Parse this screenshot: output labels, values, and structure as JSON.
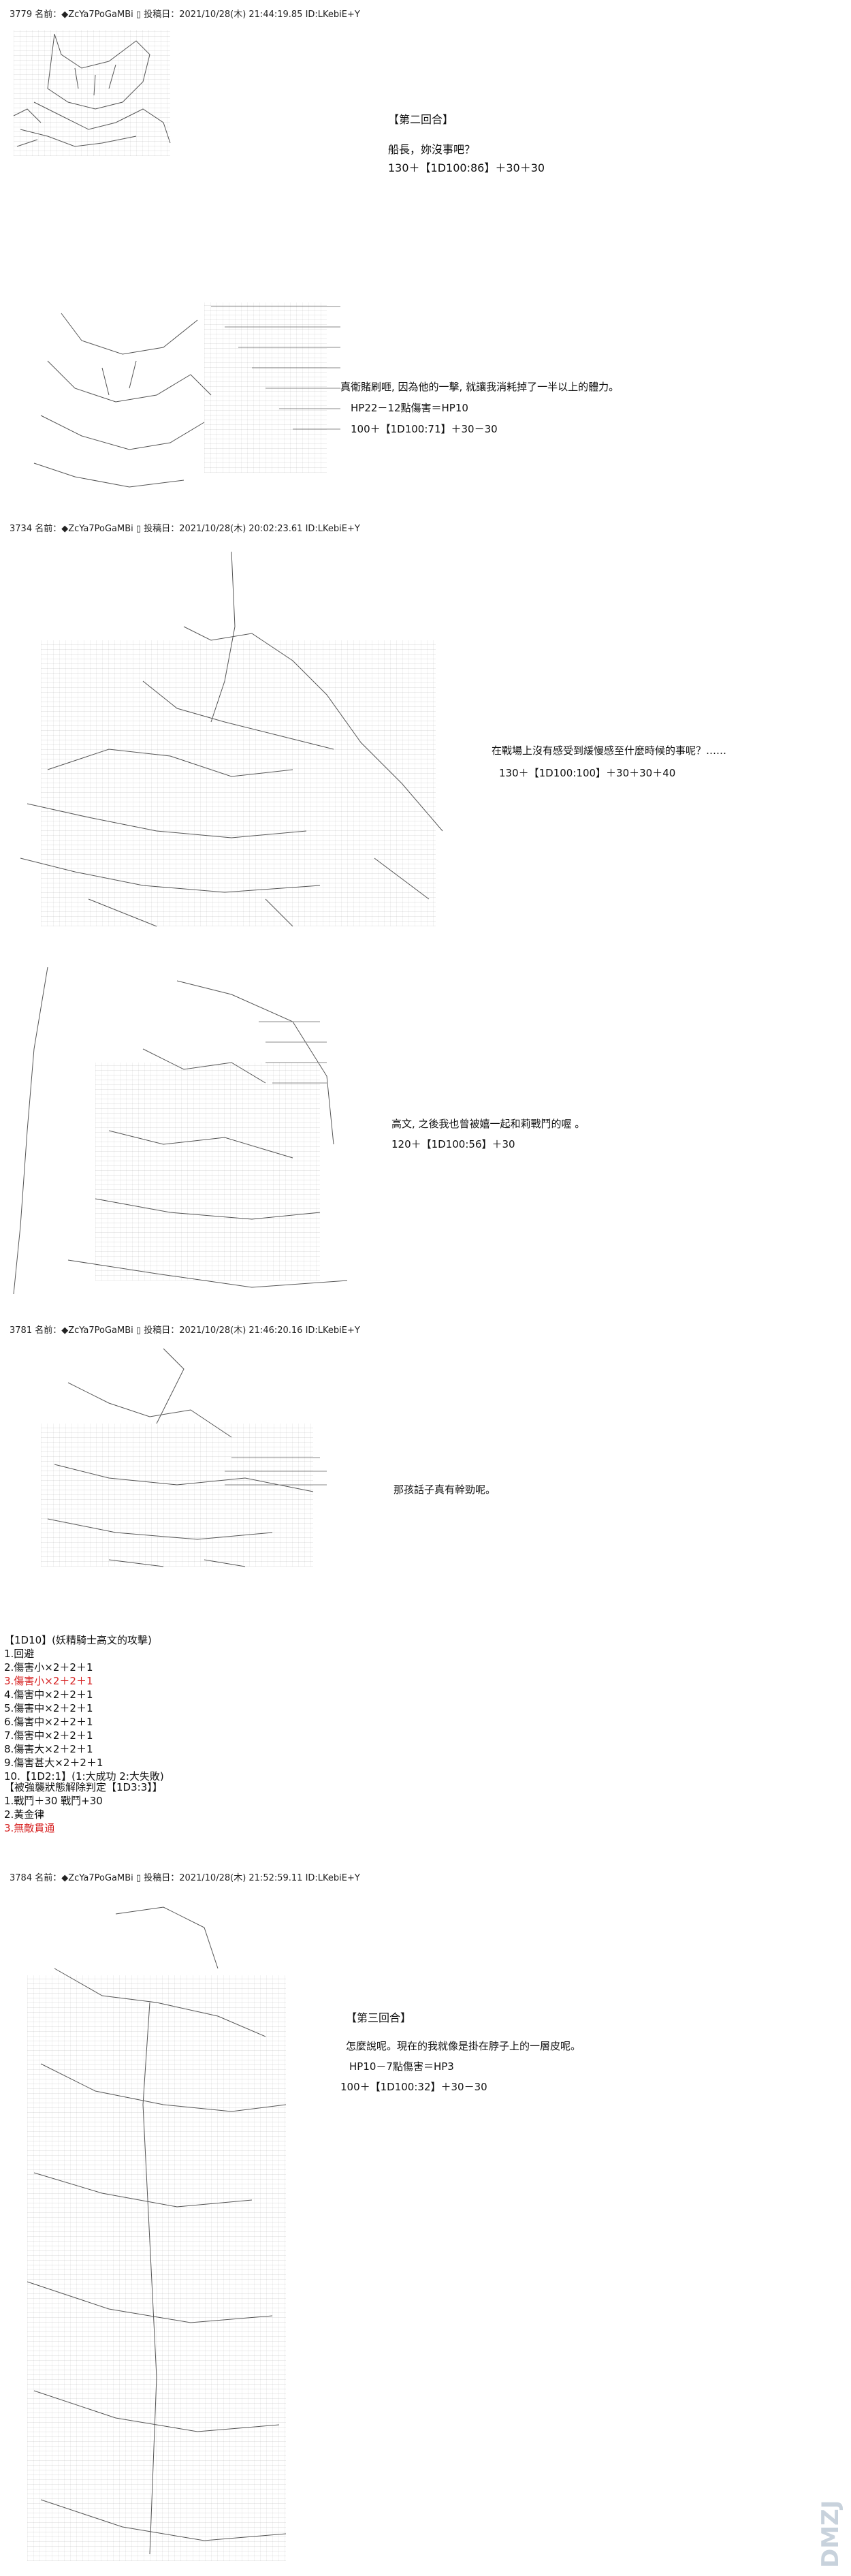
{
  "posts": [
    {
      "header": "3779 名前：◆ZcYa7PoGaMBi ▯ 投稿日：2021/10/28(木) 21:44:19.85 ID:LKebiE+Y",
      "dialogues": [
        {
          "title": "【第二回合】"
        },
        {
          "lines": [
            "船長，妳沒事吧？",
            "130＋【1D100:86】＋30＋30"
          ]
        },
        {
          "lines": [
            "真衛賭刷咂, 因為他的一擊, 就讓我消耗掉了一半以上的體力。",
            "HP22－12點傷害＝HP10",
            "100＋【1D100:71】＋30－30"
          ]
        }
      ]
    },
    {
      "header": "3734 名前：◆ZcYa7PoGaMBi ▯ 投稿日：2021/10/28(木) 20:02:23.61 ID:LKebiE+Y",
      "dialogues": [
        {
          "lines": [
            "在戰場上沒有感受到緩慢感至什麼時候的事呢？……",
            "130＋【1D100:100】＋30＋30＋40"
          ]
        },
        {
          "lines": [
            "高文, 之後我也曾被嬉一起和莉戰鬥的喔 。",
            "120＋【1D100:56】＋30"
          ]
        }
      ]
    },
    {
      "header": "3781 名前：◆ZcYa7PoGaMBi ▯ 投稿日：2021/10/28(木) 21:46:20.16 ID:LKebiE+Y",
      "dialogues": [
        {
          "lines": [
            "那孩話子真有幹勁呢。"
          ]
        }
      ],
      "dice_table": {
        "title": "【1D10】(妖精騎士高文的攻擊)",
        "items": [
          {
            "text": "1.回避",
            "red": false
          },
          {
            "text": "2.傷害小×2＋2＋1",
            "red": false
          },
          {
            "text": "3.傷害小×2＋2＋1",
            "red": true
          },
          {
            "text": "4.傷害中×2＋2＋1",
            "red": false
          },
          {
            "text": "5.傷害中×2＋2＋1",
            "red": false
          },
          {
            "text": "6.傷害中×2＋2＋1",
            "red": false
          },
          {
            "text": "7.傷害中×2＋2＋1",
            "red": false
          },
          {
            "text": "8.傷害大×2＋2＋1",
            "red": false
          },
          {
            "text": "9.傷害甚大×2＋2＋1",
            "red": false
          },
          {
            "text": "10.【1D2:1】(1:大成功 2:大失敗)",
            "red": false
          }
        ]
      },
      "effect_table": {
        "title": "【被強襲狀態解除判定【1D3:3】】",
        "items": [
          {
            "text": "1.戰鬥＋30 戰鬥+30",
            "red": false
          },
          {
            "text": "2.黃金律",
            "red": false
          },
          {
            "text": "3.無敵貫通",
            "red": true
          }
        ]
      }
    },
    {
      "header": "3784 名前：◆ZcYa7PoGaMBi ▯ 投稿日：2021/10/28(木) 21:52:59.11 ID:LKebiE+Y",
      "dialogues": [
        {
          "title": "【第三回合】"
        },
        {
          "lines": [
            "怎麼說呢。現在的我就像是掛在脖子上的一層皮呢。",
            "HP10－7點傷害＝HP3",
            "100＋【1D100:32】＋30－30"
          ]
        }
      ]
    }
  ],
  "watermark": "DMZJ",
  "colors": {
    "text": "#111111",
    "red": "#d62020",
    "art": "#333333"
  }
}
